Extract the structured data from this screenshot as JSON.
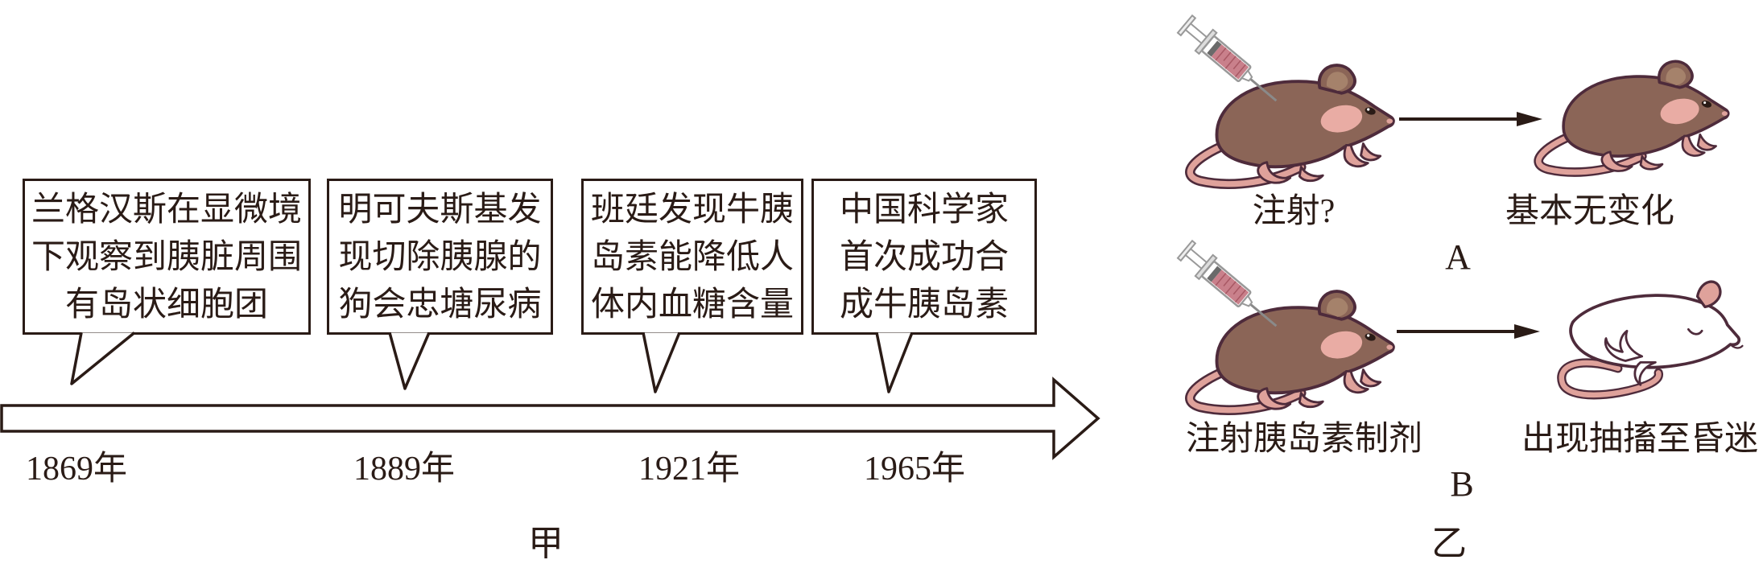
{
  "figure_left": {
    "label": "甲",
    "description": "timeline of insulin discovery milestones",
    "events": [
      {
        "year": "1869年",
        "lines": [
          "兰格汉斯在显微境",
          "下观察到胰脏周围",
          "有岛状细胞团"
        ]
      },
      {
        "year": "1889年",
        "lines": [
          "明可夫斯基发",
          "现切除胰腺的",
          "狗会忠塘尿病"
        ]
      },
      {
        "year": "1921年",
        "lines": [
          "班廷发现牛胰",
          "岛素能降低人",
          "体内血糖含量"
        ]
      },
      {
        "year": "1965年",
        "lines": [
          "中国科学家",
          "首次成功合",
          "成牛胰岛素"
        ]
      }
    ]
  },
  "figure_right": {
    "label": "乙",
    "description": "mouse injection experiments",
    "experiments": [
      {
        "id": "A",
        "injection_label": "注射?",
        "result_label": "基本无变化"
      },
      {
        "id": "B",
        "injection_label": "注射胰岛素制剂",
        "result_label": "出现抽搐至昏迷"
      }
    ]
  },
  "colors": {
    "ink": "#2a1b16",
    "mouse_outline": "#4e2b3b",
    "mouse_body": "#8b6557",
    "mouse_pink": "#dfa29b",
    "cheek_pink": "#e9aca4",
    "ear_inner": "#a5826b",
    "syringe_liquid": "#c9808b"
  }
}
